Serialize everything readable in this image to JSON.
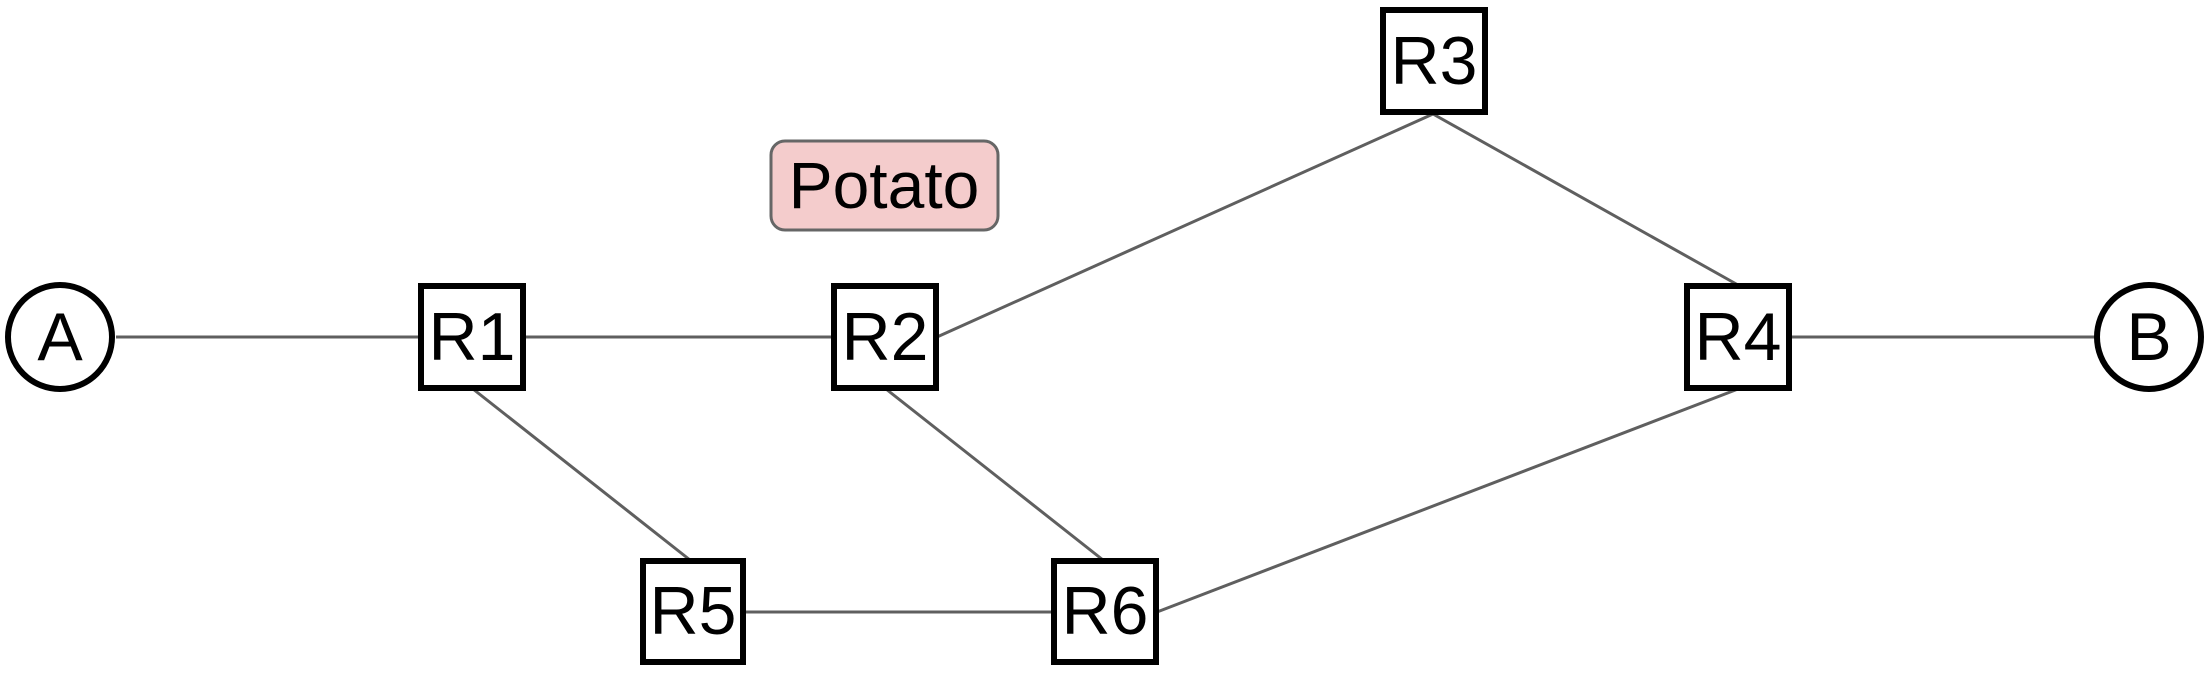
{
  "diagram": {
    "nodes": [
      {
        "id": "A",
        "label": "A",
        "shape": "circle"
      },
      {
        "id": "R1",
        "label": "R1",
        "shape": "square"
      },
      {
        "id": "R2",
        "label": "R2",
        "shape": "square"
      },
      {
        "id": "R3",
        "label": "R3",
        "shape": "square"
      },
      {
        "id": "R4",
        "label": "R4",
        "shape": "square"
      },
      {
        "id": "B",
        "label": "B",
        "shape": "circle"
      },
      {
        "id": "R5",
        "label": "R5",
        "shape": "square"
      },
      {
        "id": "R6",
        "label": "R6",
        "shape": "square"
      }
    ],
    "edges": [
      {
        "from": "A",
        "to": "R1"
      },
      {
        "from": "R1",
        "to": "R2"
      },
      {
        "from": "R2",
        "to": "R3"
      },
      {
        "from": "R3",
        "to": "R4"
      },
      {
        "from": "R4",
        "to": "B"
      },
      {
        "from": "R1",
        "to": "R5"
      },
      {
        "from": "R2",
        "to": "R6"
      },
      {
        "from": "R5",
        "to": "R6"
      },
      {
        "from": "R6",
        "to": "R4"
      }
    ],
    "annotation": {
      "label": "Potato",
      "fill_color": "#f4cccc",
      "border_color": "#666666"
    }
  }
}
